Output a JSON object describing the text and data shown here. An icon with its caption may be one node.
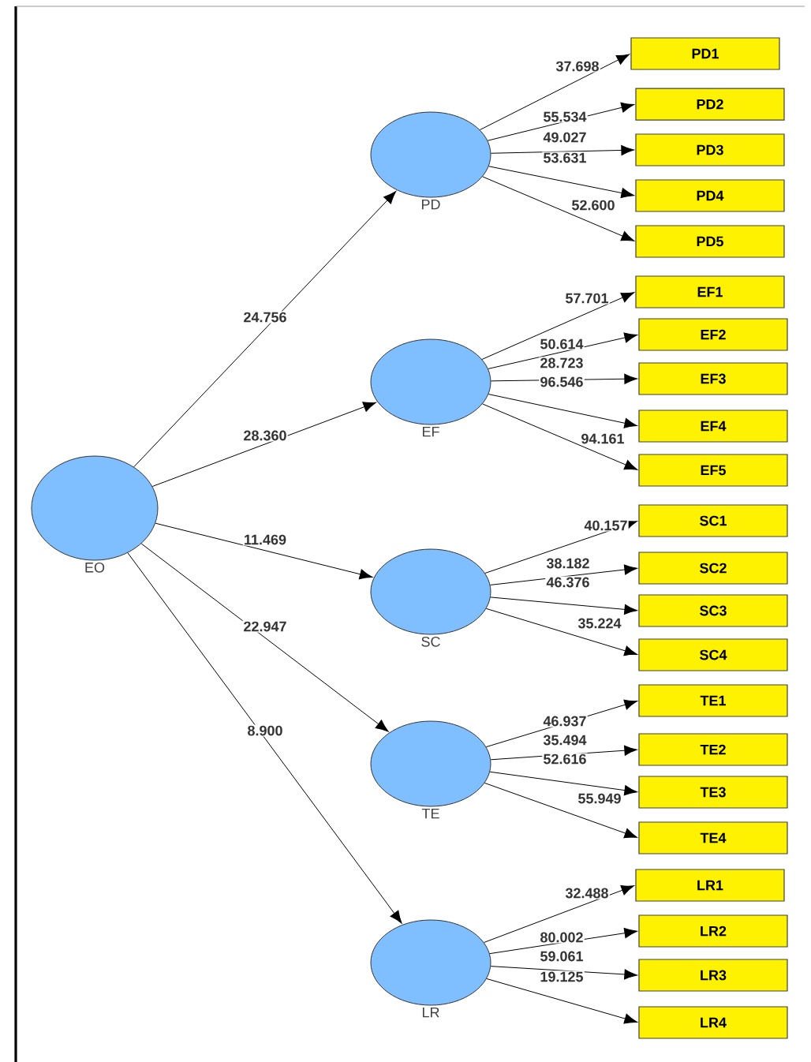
{
  "diagram": {
    "nodes": [
      {
        "text": [
          "EO"
        ]
      },
      {
        "text": [
          "PD"
        ]
      },
      {
        "text": [
          "EF"
        ]
      },
      {
        "text": [
          "SC"
        ]
      },
      {
        "text": [
          "TE"
        ]
      },
      {
        "text": [
          "LR"
        ]
      },
      {
        "text": [
          "PD1"
        ]
      },
      {
        "text": [
          "PD2"
        ]
      },
      {
        "text": [
          "PD3"
        ]
      },
      {
        "text": [
          "PD4"
        ]
      },
      {
        "text": [
          "PD5"
        ]
      },
      {
        "text": [
          "EF1"
        ]
      },
      {
        "text": [
          "EF2"
        ]
      },
      {
        "text": [
          "EF3"
        ]
      },
      {
        "text": [
          "EF4"
        ]
      },
      {
        "text": [
          "EF5"
        ]
      },
      {
        "text": [
          "SC1"
        ]
      },
      {
        "text": [
          "SC2"
        ]
      },
      {
        "text": [
          "SC3"
        ]
      },
      {
        "text": [
          "SC4"
        ]
      },
      {
        "text": [
          "TE1"
        ]
      },
      {
        "text": [
          "TE2"
        ]
      },
      {
        "text": [
          "TE3"
        ]
      },
      {
        "text": [
          "TE4"
        ]
      },
      {
        "text": [
          "LR1"
        ]
      },
      {
        "text": [
          "LR2"
        ]
      },
      {
        "text": [
          "LR3"
        ]
      },
      {
        "text": [
          "LR4"
        ]
      }
    ],
    "edges": [
      {
        "from": 0,
        "to": 1,
        "arrow": "to",
        "label": "24.756"
      },
      {
        "from": 0,
        "to": 2,
        "arrow": "to",
        "label": "28.360"
      },
      {
        "from": 0,
        "to": 3,
        "arrow": "to",
        "label": "11.469"
      },
      {
        "from": 0,
        "to": 4,
        "arrow": "to",
        "label": "22.947"
      },
      {
        "from": 0,
        "to": 5,
        "arrow": "to",
        "label": "8.900"
      },
      {
        "from": 1,
        "to": 6,
        "arrow": "to",
        "label": "37.698"
      },
      {
        "from": 1,
        "to": 7,
        "arrow": "to",
        "label": "55.534"
      },
      {
        "from": 1,
        "to": 8,
        "arrow": "to",
        "label": "49.027"
      },
      {
        "from": 1,
        "to": 9,
        "arrow": "to",
        "label": "53.631"
      },
      {
        "from": 1,
        "to": 10,
        "arrow": "to",
        "label": "52.600"
      },
      {
        "from": 2,
        "to": 11,
        "arrow": "to",
        "label": "57.701"
      },
      {
        "from": 2,
        "to": 12,
        "arrow": "to",
        "label": "50.614"
      },
      {
        "from": 2,
        "to": 13,
        "arrow": "to",
        "label": "28.723"
      },
      {
        "from": 2,
        "to": 14,
        "arrow": "to",
        "label": "96.546"
      },
      {
        "from": 2,
        "to": 15,
        "arrow": "to",
        "label": "94.161"
      },
      {
        "from": 3,
        "to": 16,
        "arrow": "to",
        "label": "40.157"
      },
      {
        "from": 3,
        "to": 17,
        "arrow": "to",
        "label": "38.182"
      },
      {
        "from": 3,
        "to": 18,
        "arrow": "to",
        "label": "46.376"
      },
      {
        "from": 3,
        "to": 19,
        "arrow": "to",
        "label": "35.224"
      },
      {
        "from": 4,
        "to": 20,
        "arrow": "to",
        "label": "46.937"
      },
      {
        "from": 4,
        "to": 21,
        "arrow": "to",
        "label": "35.494"
      },
      {
        "from": 4,
        "to": 22,
        "arrow": "to",
        "label": "52.616"
      },
      {
        "from": 4,
        "to": 23,
        "arrow": "to",
        "label": "55.949"
      },
      {
        "from": 5,
        "to": 24,
        "arrow": "to",
        "label": "32.488"
      },
      {
        "from": 5,
        "to": 25,
        "arrow": "to",
        "label": "80.002"
      },
      {
        "from": 5,
        "to": 26,
        "arrow": "to",
        "label": "59.061"
      },
      {
        "from": 5,
        "to": 27,
        "arrow": "to",
        "label": "19.125"
      }
    ]
  }
}
